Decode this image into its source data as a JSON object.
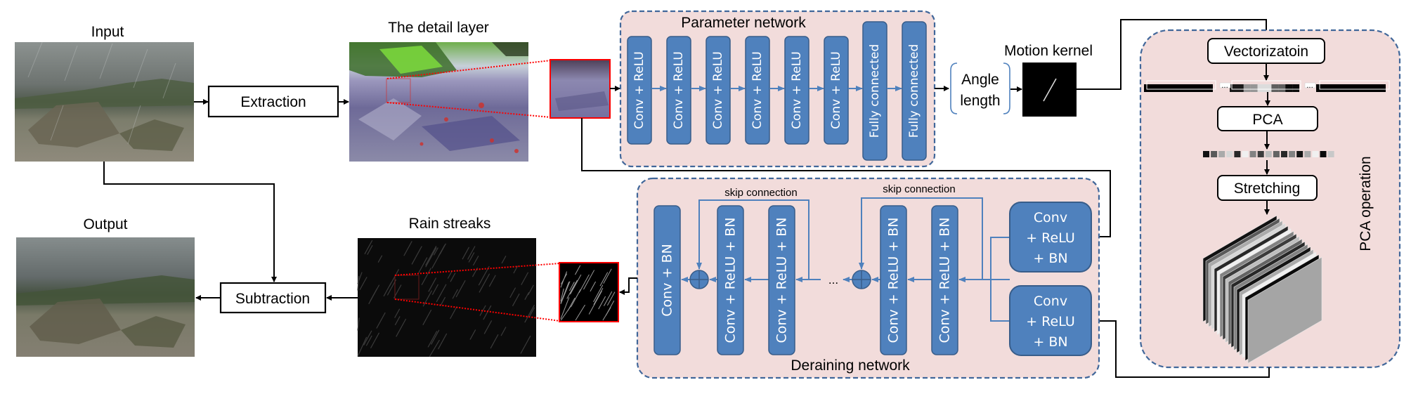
{
  "figure": {
    "labels": {
      "input": "Input",
      "detail_layer": "The detail layer",
      "output": "Output",
      "rain_streaks": "Rain streaks",
      "motion_kernel": "Motion kernel"
    },
    "boxes": {
      "extraction": "Extraction",
      "subtraction": "Subtraction",
      "vectorization": "Vectorizatoin",
      "pca": "PCA",
      "stretching": "Stretching"
    },
    "angle_length": [
      "Angle",
      "length"
    ],
    "parameter_network": {
      "title": "Parameter network",
      "layers": [
        "Conv + ReLU",
        "Conv + ReLU",
        "Conv + ReLU",
        "Conv + ReLU",
        "Conv + ReLU",
        "Conv + ReLU",
        "Fully connected",
        "Fully connected"
      ]
    },
    "deraining_network": {
      "title": "Deraining network",
      "skip_label_1": "skip connection",
      "skip_label_2": "skip connection",
      "ellipsis": "...",
      "layers": [
        "Conv + BN",
        "Conv + ReLU + BN",
        "Conv + ReLU + BN",
        "Conv + ReLU + BN",
        "Conv + ReLU + BN"
      ],
      "input_blocks": [
        [
          "Conv",
          "+ ReLU",
          "+ BN"
        ],
        [
          "Conv",
          "+ ReLU",
          "+ BN"
        ]
      ]
    },
    "pca_operation": {
      "title": "PCA operation",
      "vector_ellipsis": "..."
    },
    "colors": {
      "block_fill": "#4f81bd",
      "block_stroke": "#385d8a",
      "panel_fill": "#f2dcdb",
      "panel_dash": "#41679a",
      "highlight_red": "#ff0000",
      "bracket_blue": "#4f81bd"
    },
    "pca_coefficients_gray": [
      18,
      90,
      170,
      215,
      40,
      240,
      130,
      60,
      190,
      100,
      40,
      130,
      20,
      170,
      240,
      10,
      200
    ]
  }
}
